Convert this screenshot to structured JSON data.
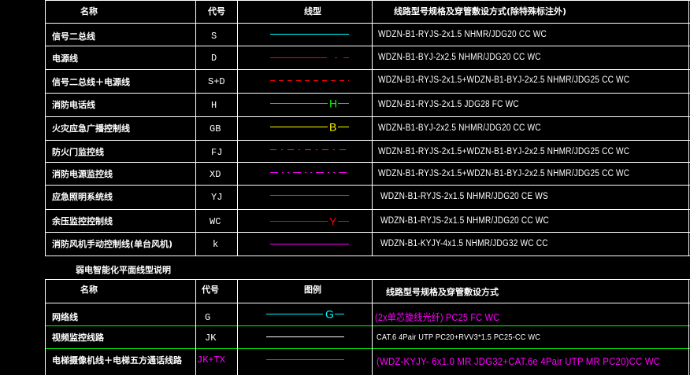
{
  "colors": {
    "background": "#000000",
    "grid": "#ffffff",
    "grid_green": "#00ff00",
    "text": "#ffffff",
    "magenta": "#ff00ff"
  },
  "table1": {
    "headers": {
      "name": "名称",
      "code": "代号",
      "line": "线型",
      "spec": "线路型号规格及穿管敷设方式(除特殊标注外)"
    },
    "rows": [
      {
        "name": "信号二总线",
        "code": "S",
        "spec": "WDZN-B1-RYJS-2x1.5 NHMR/JDG20 CC WC",
        "line_color": "#00ffff",
        "dash": "solid",
        "letter": ""
      },
      {
        "name": "电源线",
        "code": "D",
        "spec": "WDZN-B1-BYJ-2x2.5 NHMR/JDG20 CC WC",
        "line_color": "#ff0000",
        "dash": "long-dot",
        "letter": ""
      },
      {
        "name": "信号二总线＋电源线",
        "code": "S+D",
        "spec": "WDZN-B1-RYJS-2x1.5+WDZN-B1-BYJ-2x2.5 NHMR/JDG25 CC WC",
        "line_color": "#ff0000",
        "dash": "dashed",
        "letter": ""
      },
      {
        "name": "消防电话线",
        "code": "H",
        "spec": "WDZN-B1-RYJS-2x1.5 JDG28 FC WC",
        "line_color": "#00ff00",
        "dash": "solid",
        "letter": "H"
      },
      {
        "name": "火灾应急广播控制线",
        "code": "GB",
        "spec": "WDZN-B1-BYJ-2x2.5 NHMR/JDG20 CC WC",
        "line_color": "#ffff00",
        "dash": "solid",
        "letter": "B"
      },
      {
        "name": "防火门监控线",
        "code": "FJ",
        "spec": "WDZN-B1-RYJS-2x1.5+WDZN-B1-BYJ-2x2.5 NHMR/JDG25 CC WC",
        "line_color": "#ff00ff",
        "dash": "dash-dot",
        "letter": ""
      },
      {
        "name": "消防电源监控线",
        "code": "XD",
        "spec": "WDZN-B1-RYJS-2x1.5+WDZN-B1-BYJ-2x2.5 NHMR/JDG25 CC WC",
        "line_color": "#ff00ff",
        "dash": "dash-dot-dot",
        "letter": ""
      },
      {
        "name": "应急照明系统线",
        "code": "YJ",
        "spec": "WDZN-B1-RYJS-2x1.5 NHMR/JDG20 CE WS",
        "line_color": "#ff00ff",
        "dash": "solid",
        "letter": ""
      },
      {
        "name": "余压监控控制线",
        "code": "WC",
        "spec": "WDZN-B1-RYJS-2x1.5 NHMR/JDG20 CC WC",
        "line_color": "#ff0000",
        "dash": "solid",
        "letter": "Y"
      },
      {
        "name": "消防风机手动控制线(单台风机)",
        "code": "k",
        "spec": "WDZN-B1-KYJY-4x1.5 NHMR/JDG32 WC CC",
        "line_color": "#ff00ff",
        "dash": "solid",
        "letter": ""
      }
    ]
  },
  "section2": {
    "title": "弱电智能化平面线型说明",
    "headers": {
      "name": "名称",
      "code": "代号",
      "line": "图例",
      "spec": "线路型号规格及穿管敷设方式"
    },
    "rows": [
      {
        "name": "网络线",
        "code": "G",
        "spec": "(2x单芯旋线光纤) PC25 FC WC",
        "spec_color": "#ff00ff",
        "code_color": "#ffffff",
        "line_color": "#00ffff",
        "letter": "G"
      },
      {
        "name": "视频监控线路",
        "code": "JK",
        "spec": "CAT.6 4Pair UTP PC20+RVV3*1.5 PC25-CC WC",
        "spec_color": "#ffffff",
        "code_color": "#ffffff",
        "line_color": "#ffffff",
        "letter": ""
      },
      {
        "name": "电梯摄像机线＋电梯五方通话线路",
        "code": "JK+TX",
        "spec": "(WDZ-KYJY- 6x1.0 MR JDG32+CAT.6e 4Pair UTP MR PC20)CC WC",
        "spec_color": "#ff00ff",
        "code_color": "#ff00ff",
        "line_color": "#ff00ff",
        "letter": ""
      }
    ]
  }
}
